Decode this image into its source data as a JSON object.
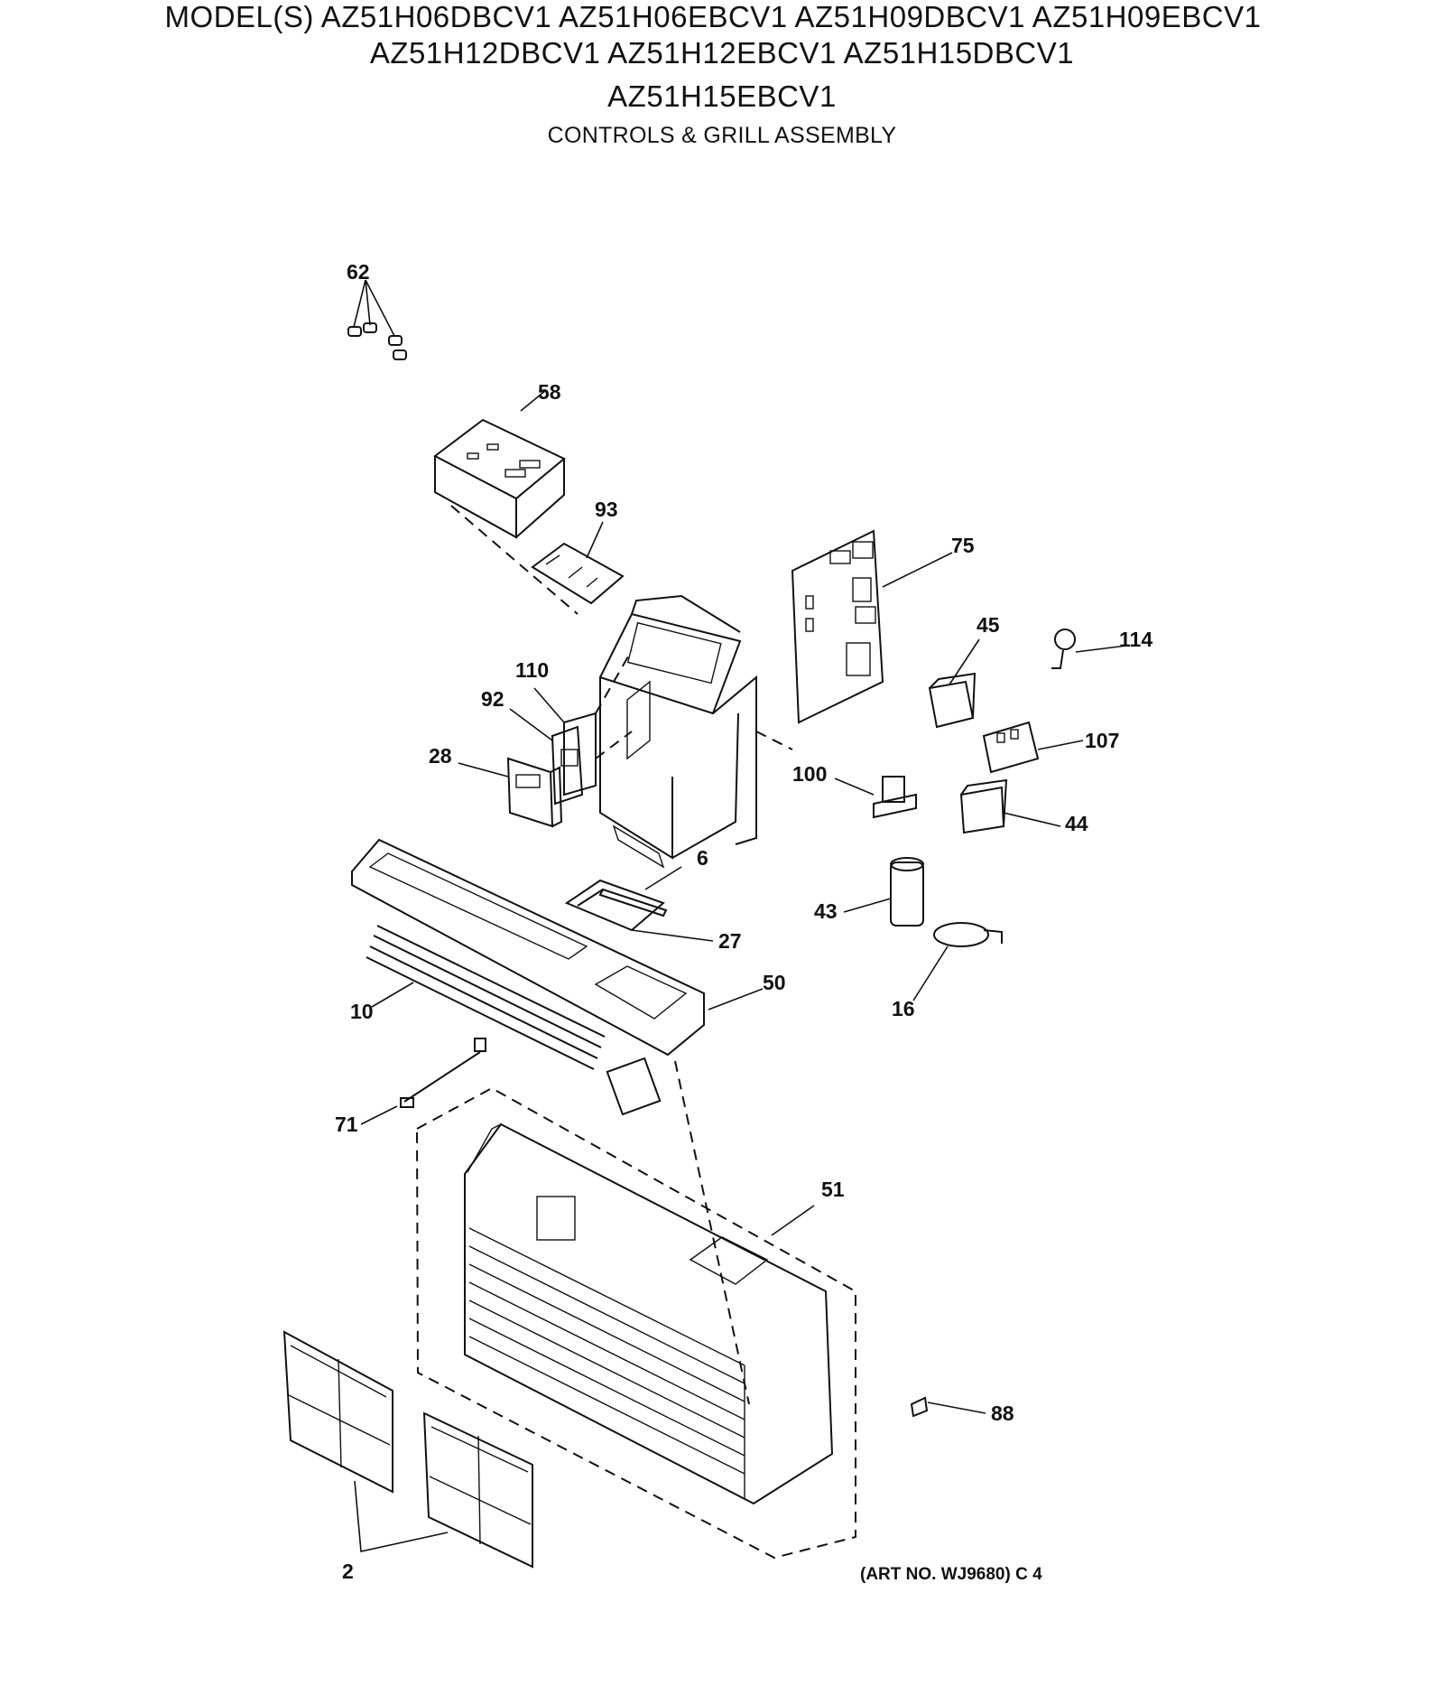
{
  "header": {
    "line1": "MODEL(S) AZ51H06DBCV1  AZ51H06EBCV1  AZ51H09DBCV1  AZ51H09EBCV1",
    "line2": "AZ51H12DBCV1  AZ51H12EBCV1  AZ51H15DBCV1",
    "line3": "AZ51H15EBCV1",
    "line4": "CONTROLS & GRILL ASSEMBLY"
  },
  "labels": {
    "p62": "62",
    "p58": "58",
    "p93": "93",
    "p75": "75",
    "p45": "45",
    "p114": "114",
    "p110": "110",
    "p92": "92",
    "p28": "28",
    "p107": "107",
    "p100": "100",
    "p44": "44",
    "p6": "6",
    "p43": "43",
    "p27": "27",
    "p16": "16",
    "p50": "50",
    "p10": "10",
    "p71": "71",
    "p51": "51",
    "p88": "88",
    "p2": "2"
  },
  "footer": {
    "art_no": "(ART NO. WJ9680) C 4"
  }
}
